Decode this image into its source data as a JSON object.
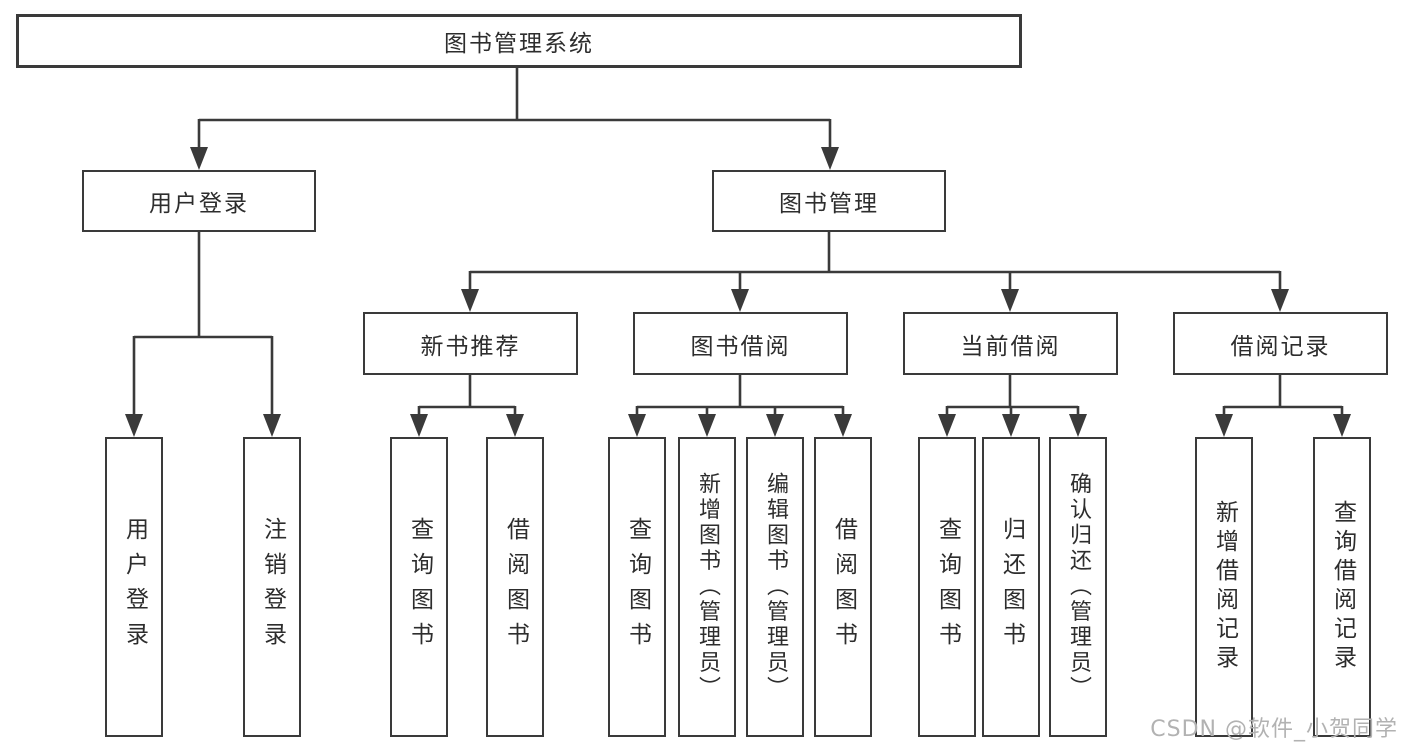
{
  "page": {
    "background_color": "#ffffff",
    "line_color": "#3a3a3a",
    "watermark": "CSDN @软件_小贺同学",
    "watermark_color": "#b2b2b2"
  },
  "diagram": {
    "type": "hierarchy-chart",
    "root": {
      "label": "图书管理系统"
    },
    "branches": [
      {
        "label": "用户登录",
        "children": [
          {
            "label": "用户登录"
          },
          {
            "label": "注销登录"
          }
        ]
      },
      {
        "label": "图书管理",
        "children": [
          {
            "label": "新书推荐",
            "children": [
              {
                "label": "查询图书"
              },
              {
                "label": "借阅图书"
              }
            ]
          },
          {
            "label": "图书借阅",
            "children": [
              {
                "label": "查询图书"
              },
              {
                "label": "新增图书（管理员）"
              },
              {
                "label": "编辑图书（管理员）"
              },
              {
                "label": "借阅图书"
              }
            ]
          },
          {
            "label": "当前借阅",
            "children": [
              {
                "label": "查询图书"
              },
              {
                "label": "归还图书"
              },
              {
                "label": "确认归还（管理员）"
              }
            ]
          },
          {
            "label": "借阅记录",
            "children": [
              {
                "label": "新增借阅记录"
              },
              {
                "label": "查询借阅记录"
              }
            ]
          }
        ]
      }
    ]
  }
}
